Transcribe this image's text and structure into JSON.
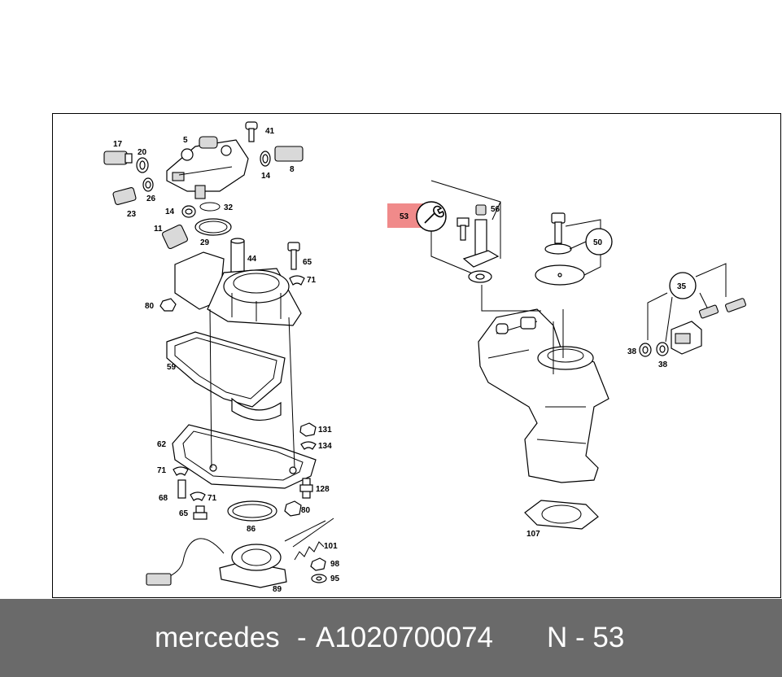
{
  "diagram": {
    "labels": {
      "l17": "17",
      "l20": "20",
      "l5": "5",
      "l41": "41",
      "l14a": "14",
      "l8": "8",
      "l26": "26",
      "l23": "23",
      "l14b": "14",
      "l32": "32",
      "l11": "11",
      "l29": "29",
      "l44": "44",
      "l65a": "65",
      "l71a": "71",
      "l80a": "80",
      "l59": "59",
      "l131": "131",
      "l134": "134",
      "l62": "62",
      "l71b": "71",
      "l68": "68",
      "l71c": "71",
      "l128": "128",
      "l65b": "65",
      "l80b": "80",
      "l86": "86",
      "l101": "101",
      "l98": "98",
      "l95": "95",
      "l89": "89",
      "l53": "53",
      "l56": "56",
      "l50": "50",
      "l35": "35",
      "l38a": "38",
      "l38b": "38",
      "l107": "107"
    },
    "highlight_color": "#f08a8a"
  },
  "footer": {
    "brand": "mercedes",
    "separator": "-",
    "part_number": "A1020700074",
    "position": "N - 53"
  }
}
